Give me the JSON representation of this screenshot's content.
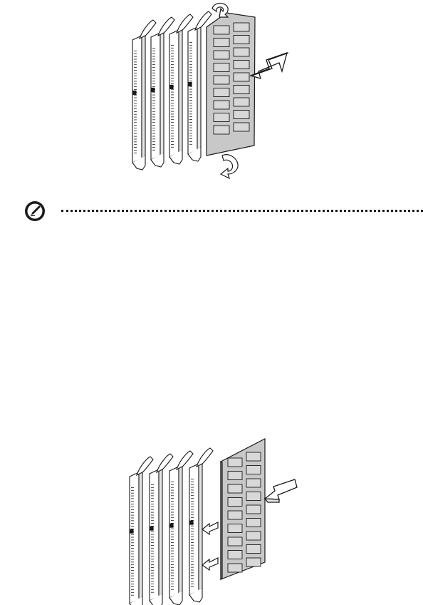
{
  "figures": [
    {
      "id": "remove-module",
      "icon": "memory-module-removal-illustration",
      "slots": 4,
      "arrows": [
        "rotate-clip-top",
        "rotate-clip-bottom",
        "pull-out-arrow"
      ]
    },
    {
      "id": "install-module",
      "icon": "memory-module-install-illustration",
      "slots": 4,
      "arrows": [
        "push-in-arrow",
        "notch-align-arrow-upper",
        "notch-align-arrow-lower"
      ]
    }
  ],
  "note": {
    "icon": "note-pen-icon",
    "text": ""
  },
  "colors": {
    "line": "#1a1a1a",
    "module_fill": "#c8c8c8",
    "slot_fill": "#ffffff",
    "arrow_fill": "#ffffff"
  }
}
